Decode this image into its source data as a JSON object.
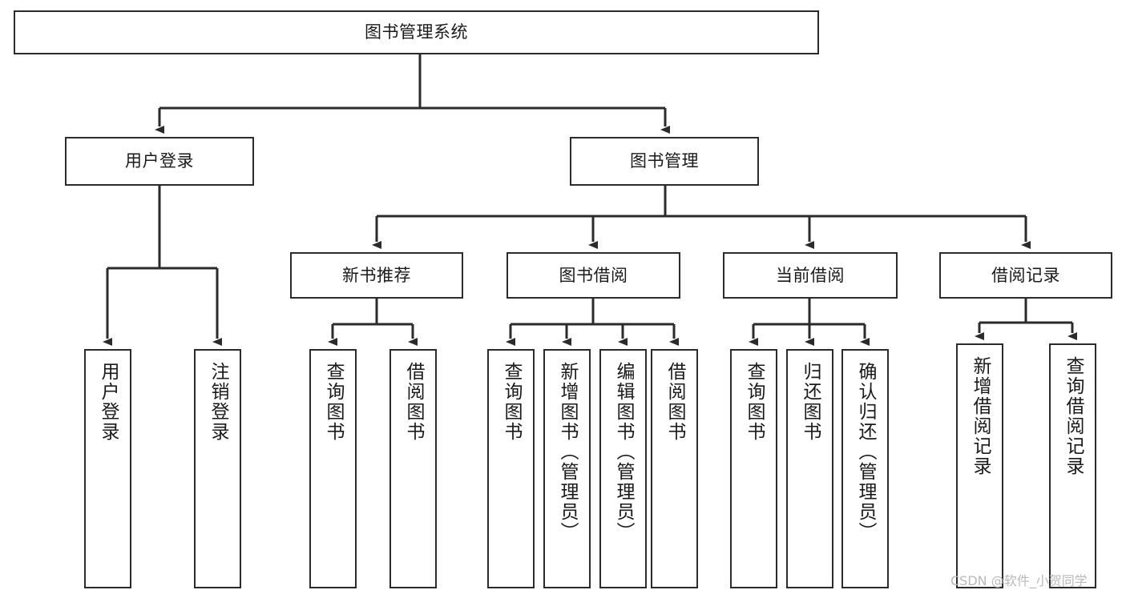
{
  "diagram": {
    "title": "图书管理系统",
    "type": "tree-hierarchy",
    "watermark": "CSDN @软件_小贺同学",
    "colors": {
      "stroke": "#2b2b2b",
      "fill": "#ffffff",
      "text": "#1a1a1a",
      "watermark": "#b9b9b9"
    },
    "nodes": {
      "root": {
        "label": "图书管理系统"
      },
      "level1": [
        {
          "id": "user-login",
          "label": "用户登录"
        },
        {
          "id": "book-manage",
          "label": "图书管理"
        }
      ],
      "level2": [
        {
          "id": "new-book-recommend",
          "label": "新书推荐"
        },
        {
          "id": "book-borrow",
          "label": "图书借阅"
        },
        {
          "id": "current-borrow",
          "label": "当前借阅"
        },
        {
          "id": "borrow-record",
          "label": "借阅记录"
        }
      ],
      "leaves": {
        "user_login": [
          {
            "id": "leaf-user-login",
            "label": "用户登录"
          },
          {
            "id": "leaf-logout-login",
            "label": "注销登录"
          }
        ],
        "new_book_recommend": [
          {
            "id": "leaf-query-book-1",
            "label": "查询图书"
          },
          {
            "id": "leaf-borrow-book-1",
            "label": "借阅图书"
          }
        ],
        "book_borrow": [
          {
            "id": "leaf-query-book-2",
            "label": "查询图书"
          },
          {
            "id": "leaf-add-book",
            "label": "新增图书（管理员）"
          },
          {
            "id": "leaf-edit-book",
            "label": "编辑图书（管理员）"
          },
          {
            "id": "leaf-borrow-book-2",
            "label": "借阅图书"
          }
        ],
        "current_borrow": [
          {
            "id": "leaf-query-book-3",
            "label": "查询图书"
          },
          {
            "id": "leaf-return-book",
            "label": "归还图书"
          },
          {
            "id": "leaf-confirm-return",
            "label": "确认归还（管理员）"
          }
        ],
        "borrow_record": [
          {
            "id": "leaf-add-record",
            "label": "新增借阅记录"
          },
          {
            "id": "leaf-query-record",
            "label": "查询借阅记录"
          }
        ]
      }
    }
  }
}
